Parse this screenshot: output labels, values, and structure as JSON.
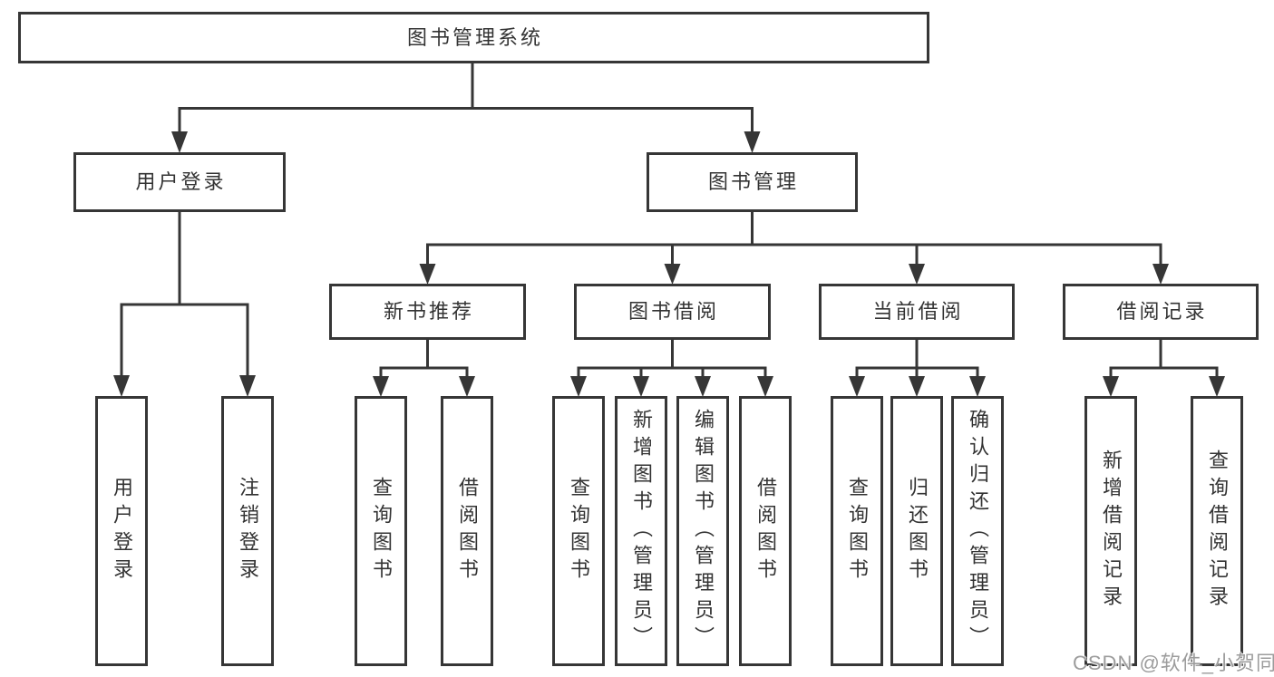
{
  "colors": {
    "line": "#363636",
    "text": "#333333",
    "watermark": "#9c9c9c",
    "background": "#ffffff"
  },
  "watermark": {
    "text": "CSDN @软件_小贺同学"
  },
  "tree": {
    "label": "图书管理系统",
    "children": [
      {
        "label": "用户登录",
        "children": [
          {
            "label": "用户登录"
          },
          {
            "label": "注销登录"
          }
        ]
      },
      {
        "label": "图书管理",
        "children": [
          {
            "label": "新书推荐",
            "children": [
              {
                "label": "查询图书"
              },
              {
                "label": "借阅图书"
              }
            ]
          },
          {
            "label": "图书借阅",
            "children": [
              {
                "label": "查询图书"
              },
              {
                "label": "新增图书（管理员）"
              },
              {
                "label": "编辑图书（管理员）"
              },
              {
                "label": "借阅图书"
              }
            ]
          },
          {
            "label": "当前借阅",
            "children": [
              {
                "label": "查询图书"
              },
              {
                "label": "归还图书"
              },
              {
                "label": "确认归还（管理员）"
              }
            ]
          },
          {
            "label": "借阅记录",
            "children": [
              {
                "label": "新增借阅记录"
              },
              {
                "label": "查询借阅记录"
              }
            ]
          }
        ]
      }
    ]
  }
}
